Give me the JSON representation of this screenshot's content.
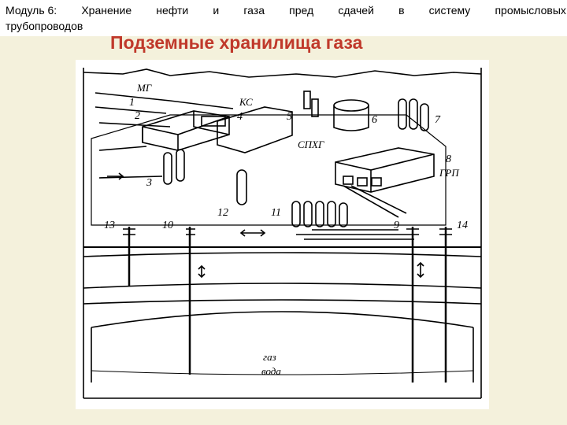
{
  "header": {
    "line1_words": [
      "Модуль 6:",
      "Хранение",
      "нефти",
      "и",
      "газа",
      "пред",
      "сдачей",
      "в",
      "систему",
      "промысловых"
    ],
    "line2": "трубопроводов"
  },
  "subtitle": "Подземные хранилища газа",
  "diagram": {
    "labels": {
      "mg": "МГ",
      "ks": "КС",
      "sphg": "СПХГ",
      "grp": "ГРП",
      "gaz": "газ",
      "voda": "вода"
    },
    "numbers": [
      "1",
      "2",
      "3",
      "4",
      "5",
      "6",
      "7",
      "8",
      "9",
      "10",
      "11",
      "12",
      "13",
      "14"
    ]
  },
  "colors": {
    "subtitle": "#c0392b",
    "background": "#f4f1dc",
    "ink": "#000000"
  }
}
